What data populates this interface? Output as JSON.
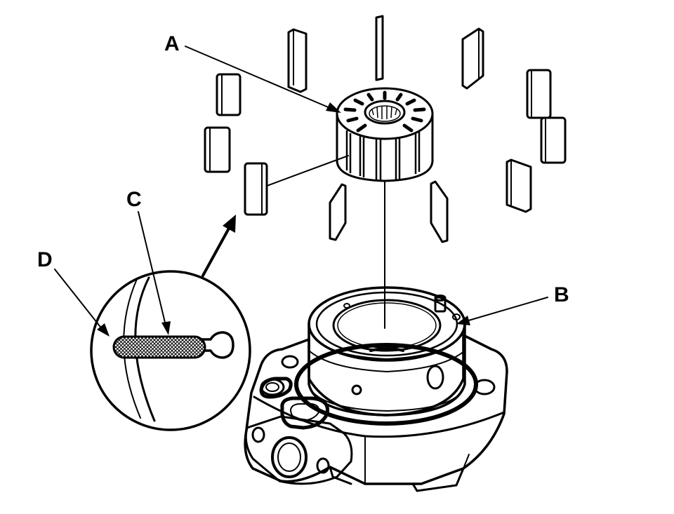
{
  "diagram": {
    "callouts": {
      "a": "A",
      "b": "B",
      "c": "C",
      "d": "D"
    }
  },
  "colors": {
    "ink": "#000000",
    "paper": "#ffffff",
    "shade": "#d9d9d9"
  }
}
